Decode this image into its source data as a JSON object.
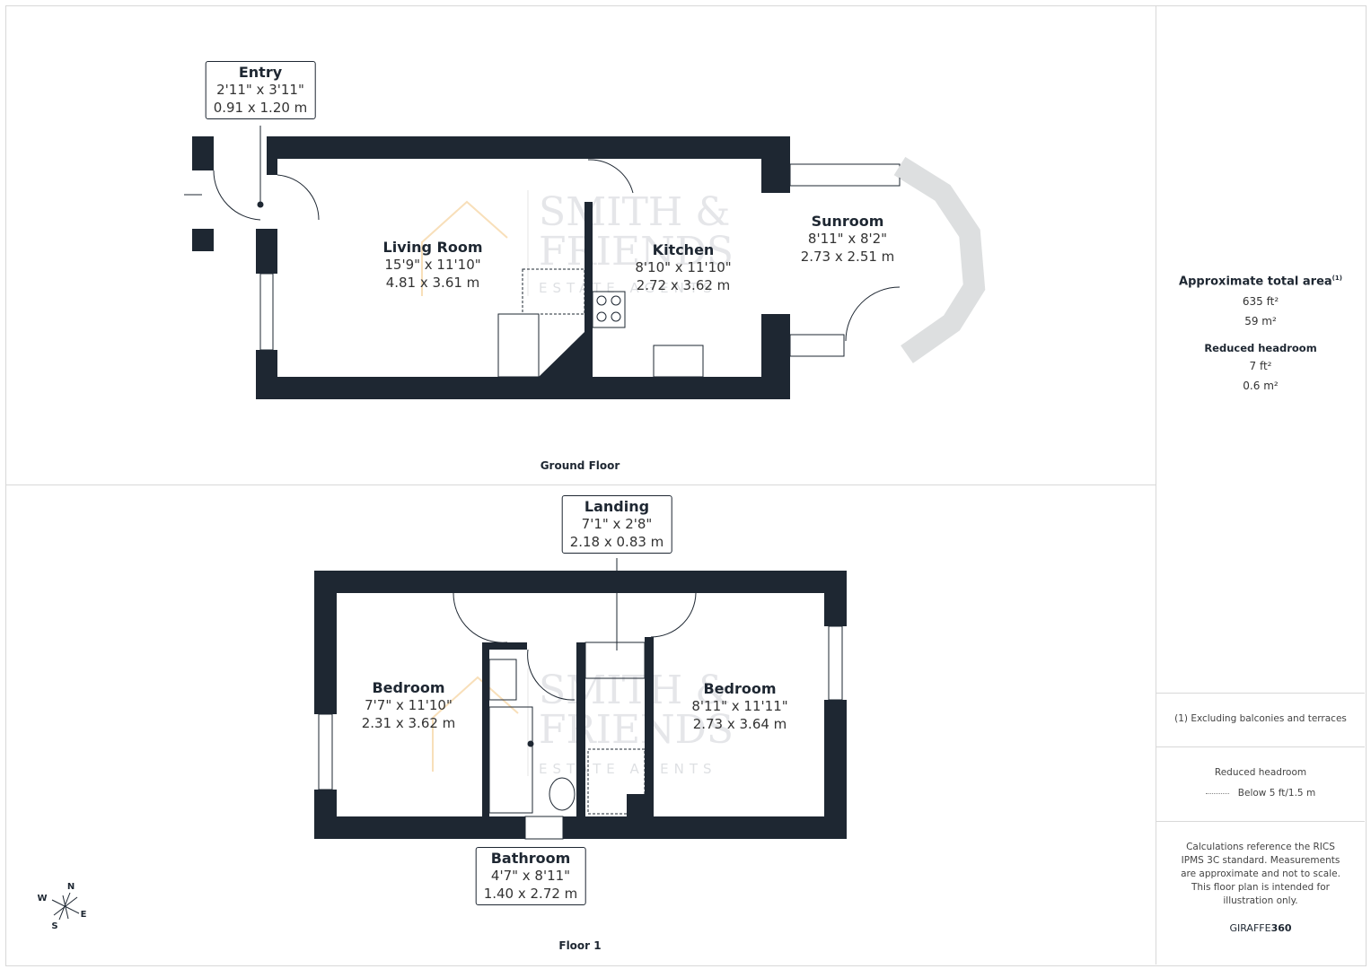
{
  "ground_floor": {
    "title": "Ground Floor",
    "rooms": [
      {
        "name": "Entry",
        "imperial": "2'11\" x 3'11\"",
        "metric": "0.91 x 1.20 m"
      },
      {
        "name": "Living Room",
        "imperial": "15'9\" x 11'10\"",
        "metric": "4.81 x 3.61 m"
      },
      {
        "name": "Kitchen",
        "imperial": "8'10\" x 11'10\"",
        "metric": "2.72 x 3.62 m"
      },
      {
        "name": "Sunroom",
        "imperial": "8'11\" x 8'2\"",
        "metric": "2.73 x 2.51 m"
      }
    ]
  },
  "floor_1": {
    "title": "Floor 1",
    "rooms": [
      {
        "name": "Landing",
        "imperial": "7'1\" x 2'8\"",
        "metric": "2.18 x 0.83 m"
      },
      {
        "name": "Bedroom",
        "imperial": "7'7\" x 11'10\"",
        "metric": "2.31 x 3.62 m"
      },
      {
        "name": "Bedroom",
        "imperial": "8'11\" x 11'11\"",
        "metric": "2.73 x 3.64 m"
      },
      {
        "name": "Bathroom",
        "imperial": "4'7\" x 8'11\"",
        "metric": "1.40 x 2.72 m"
      }
    ]
  },
  "watermark": {
    "line1": "SMITH &",
    "line2": "FRIENDS",
    "line3": "ESTATE AGENTS"
  },
  "compass": {
    "n": "N",
    "s": "S",
    "e": "E",
    "w": "W"
  },
  "sidebar": {
    "total_title": "Approximate total area",
    "total_sup": "(1)",
    "total_ft": "635 ft²",
    "total_m": "59 m²",
    "reduced_title": "Reduced headroom",
    "reduced_ft": "7 ft²",
    "reduced_m": "0.6 m²",
    "footnote": "(1) Excluding balconies and terraces",
    "legend_title": "Reduced headroom",
    "legend_item": "Below 5 ft/1.5 m",
    "disclaimer": "Calculations reference the RICS IPMS 3C standard. Measurements are approximate and not to scale. This floor plan is intended for illustration only.",
    "brand_a": "GIRAFFE",
    "brand_b": "360"
  },
  "colors": {
    "wall": "#1e2732",
    "watermark_accent": "#f3c98a"
  }
}
